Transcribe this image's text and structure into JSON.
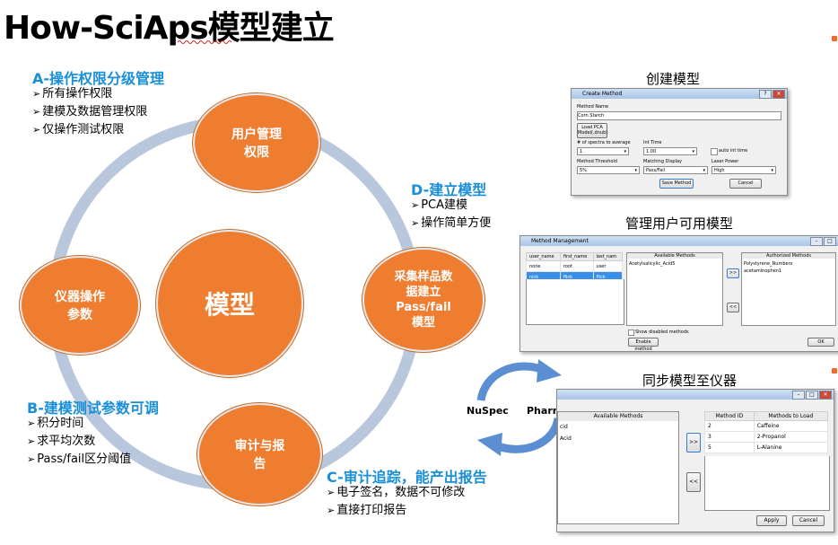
{
  "slide": {
    "title": "How-SciAps模型建立"
  },
  "sections": {
    "a": {
      "title": "A-操作权限分级管理",
      "items": [
        "所有操作权限",
        "建模及数据管理权限",
        "仅操作测试权限"
      ]
    },
    "b": {
      "title": "B-建模测试参数可调",
      "items": [
        "积分时间",
        "求平均次数",
        "Pass/fail区分阈值"
      ]
    },
    "c": {
      "title": "C-审计追踪，能产出报告",
      "items": [
        "电子签名，数据不可修改",
        "直接打印报告"
      ]
    },
    "d": {
      "title": "D-建立模型",
      "items": [
        "PCA建模",
        "操作简单方便"
      ]
    }
  },
  "cycle": {
    "center": "模型",
    "user_mgmt": [
      "用户管理",
      "权限"
    ],
    "instrument": [
      "仪器操作",
      "参数"
    ],
    "audit": [
      "审计与报",
      "告"
    ],
    "sampling": [
      "采集样品数",
      "据建立",
      "Pass/fail",
      "模型"
    ],
    "ring_color": "#b9c7dd",
    "node_color": "#ef7d30"
  },
  "sync": {
    "left": "NuSpec",
    "right": "Pharma-ID",
    "arrow_color": "#5b8fd1"
  },
  "screens": {
    "create": {
      "heading": "创建模型",
      "window_title": "Create Method",
      "method_name_label": "Method Name",
      "method_name_value": "Corn Starch",
      "load_pca_button": "Load PCA Model(.dnub)",
      "spectra_label": "# of spectra to average",
      "spectra_value": "1",
      "int_time_label": "Int Time",
      "int_time_value": "1.00",
      "auto_int_label": "auto int time",
      "threshold_label": "Method Threshold",
      "threshold_value": "5%",
      "matching_label": "Matching Display",
      "matching_value": "Pass/Fail",
      "laser_label": "Laser Power",
      "laser_value": "High",
      "save_button": "Save Method",
      "cancel_button": "Cancel"
    },
    "manage": {
      "heading": "管理用户可用模型",
      "window_title": "Method Management",
      "user_headers": [
        "user_name",
        "first_name",
        "last_nam"
      ],
      "user_rows": [
        [
          "none",
          "root",
          "user"
        ],
        [
          "nick",
          "flick",
          "flick"
        ]
      ],
      "available_header": "Available Methods",
      "available_items": [
        "Acetylsalicylic_Acid5"
      ],
      "authorized_header": "Authorized Methods",
      "authorized_items": [
        "Polystyrene_Numbers",
        "acetaminophen1"
      ],
      "add_button": ">>",
      "remove_button": "<<",
      "show_disabled_label": "Show disabled methods",
      "enable_button": "Enable method",
      "ok_button": "OK"
    },
    "sync": {
      "heading": "同步模型至仪器",
      "available_header": "Available Methods",
      "available_items": [
        "cid",
        "Acid"
      ],
      "id_header": "Method ID",
      "load_header": "Methods to Load",
      "load_rows": [
        [
          "2",
          "Caffeine"
        ],
        [
          "3",
          "2-Propanol"
        ],
        [
          "5",
          "L-Alanine"
        ]
      ],
      "add_button": ">>",
      "remove_button": "<<",
      "apply_button": "Apply",
      "cancel_button": "Cancel"
    }
  }
}
